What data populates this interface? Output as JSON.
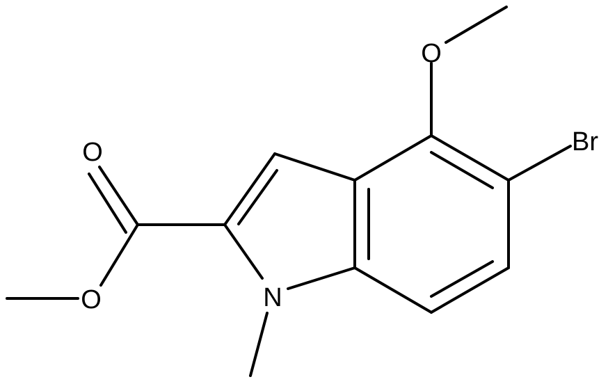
{
  "atoms": {
    "methoxy_oxygen": "O",
    "bromine": "Br",
    "carbonyl_oxygen": "O",
    "ester_oxygen": "O",
    "nitrogen": "N"
  },
  "colors": {
    "bond": "#000000",
    "label": "#000000",
    "background": "#ffffff"
  }
}
